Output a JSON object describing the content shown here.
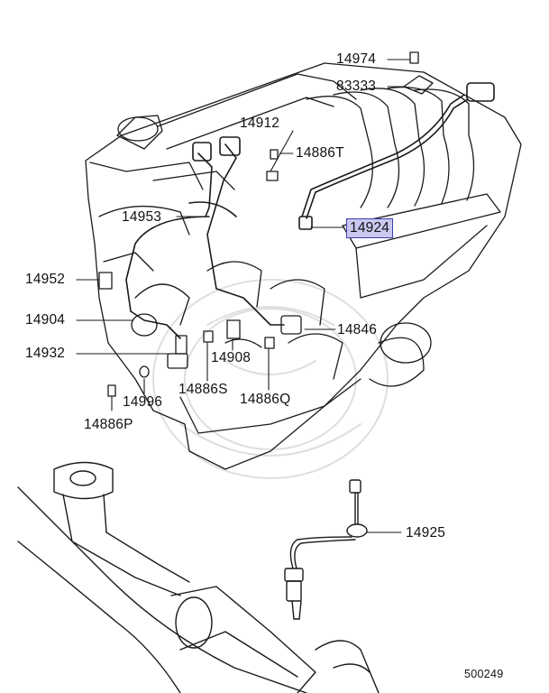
{
  "diagram": {
    "figure_number": "500249",
    "line_color": "#1a1a1a",
    "highlight_fill": "#c9c8f0",
    "highlight_border": "#3b3fb0",
    "callouts": [
      {
        "label": "14974"
      },
      {
        "label": "83333"
      },
      {
        "label": "14912"
      },
      {
        "label": "14886T"
      },
      {
        "label": "14924",
        "highlighted": true
      },
      {
        "label": "14953"
      },
      {
        "label": "14952"
      },
      {
        "label": "14904"
      },
      {
        "label": "14932"
      },
      {
        "label": "14908"
      },
      {
        "label": "14846"
      },
      {
        "label": "14996"
      },
      {
        "label": "14886S"
      },
      {
        "label": "14886Q"
      },
      {
        "label": "14886P"
      },
      {
        "label": "14925"
      }
    ]
  }
}
